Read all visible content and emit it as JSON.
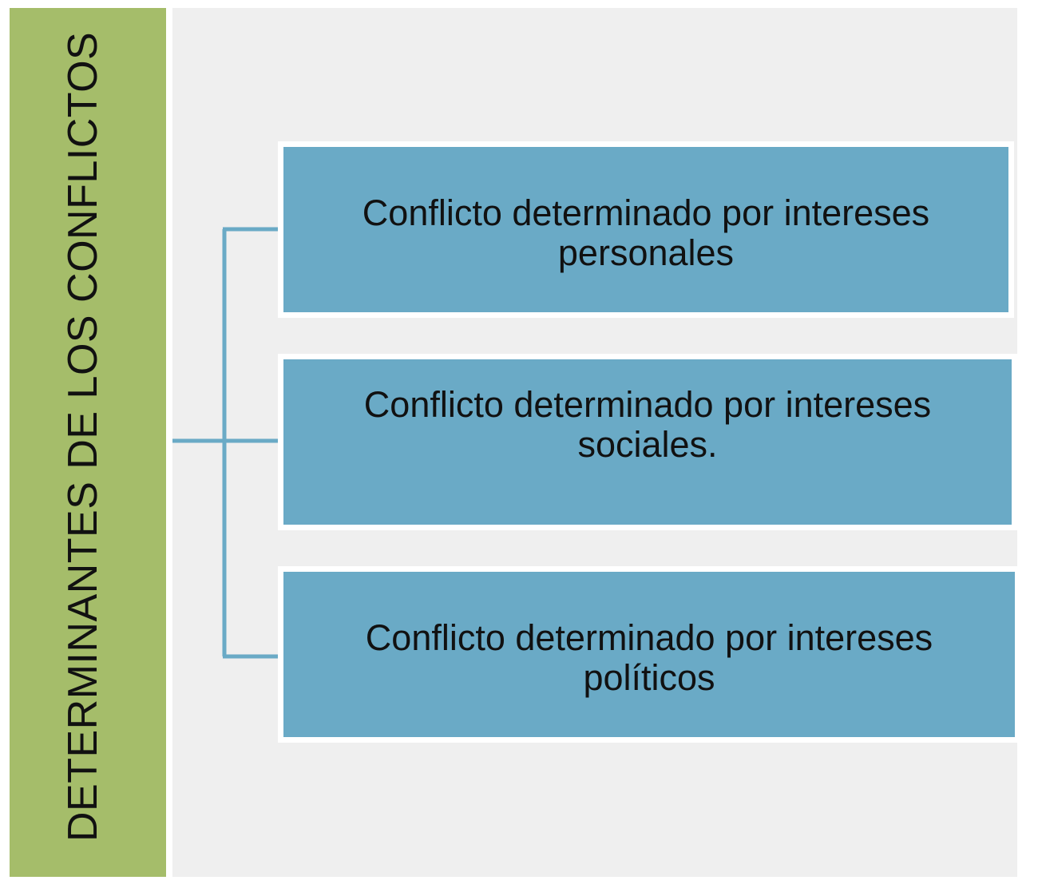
{
  "diagram": {
    "root": {
      "label": "DETERMINANTES DE LOS CONFLICTOS",
      "color": "#a5bd6a"
    },
    "background_color": "#efefef",
    "connector_color": "#6aaac6",
    "children": [
      {
        "line1": "Conflicto determinado por intereses",
        "line2": "personales"
      },
      {
        "line1": "Conflicto determinado por intereses",
        "line2": "sociales."
      },
      {
        "line1": "Conflicto determinado por intereses",
        "line2": "políticos"
      }
    ],
    "node_color": "#6aaac6"
  }
}
